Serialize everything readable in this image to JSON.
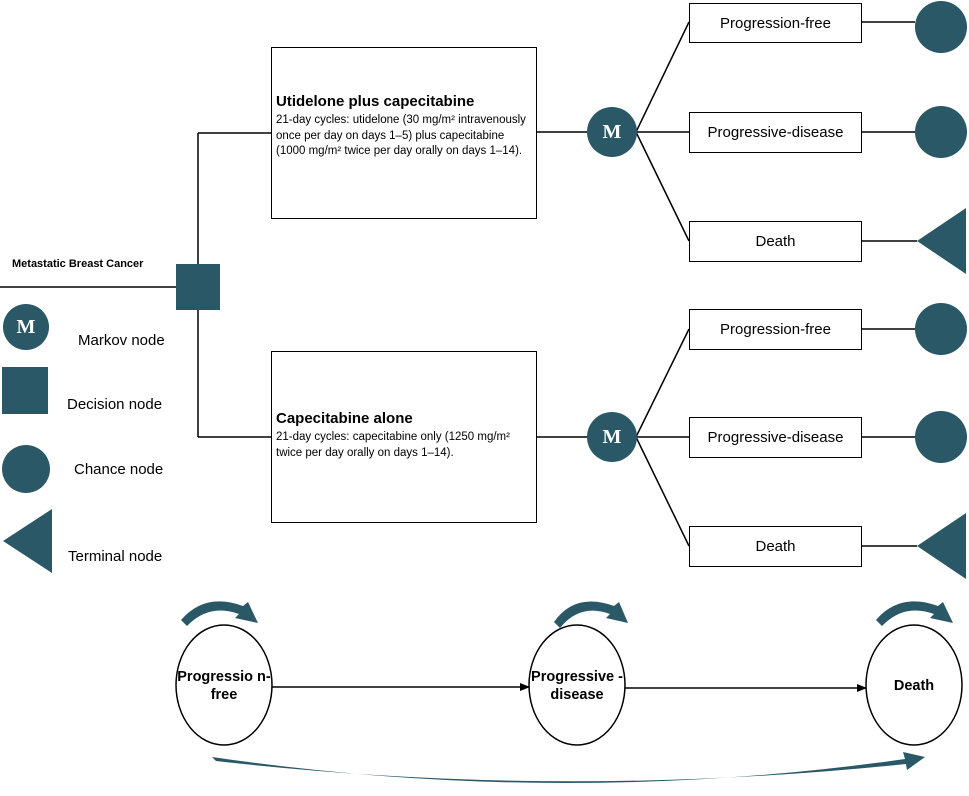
{
  "root_label": "Metastatic Breast Cancer",
  "strategies": [
    {
      "title": "Utidelone plus capecitabine",
      "description": "21-day cycles: utidelone (30 mg/m² intravenously once per day on days 1–5) plus capecitabine (1000 mg/m² twice per day orally on days 1–14)."
    },
    {
      "title": "Capecitabine alone",
      "description": "21-day cycles: capecitabine only (1250 mg/m² twice per day orally on days 1–14)."
    }
  ],
  "markov_letter": "M",
  "health_states": [
    "Progression-free",
    "Progressive-disease",
    "Death"
  ],
  "legend": {
    "markov_letter": "M",
    "items": [
      "Markov node",
      "Decision node",
      "Chance node",
      "Terminal node"
    ]
  },
  "markov_model": {
    "states": [
      "Progressio n-free",
      "Progressive -disease",
      "Death"
    ]
  },
  "colors": {
    "node": "#2b5866",
    "line": "#000000"
  }
}
